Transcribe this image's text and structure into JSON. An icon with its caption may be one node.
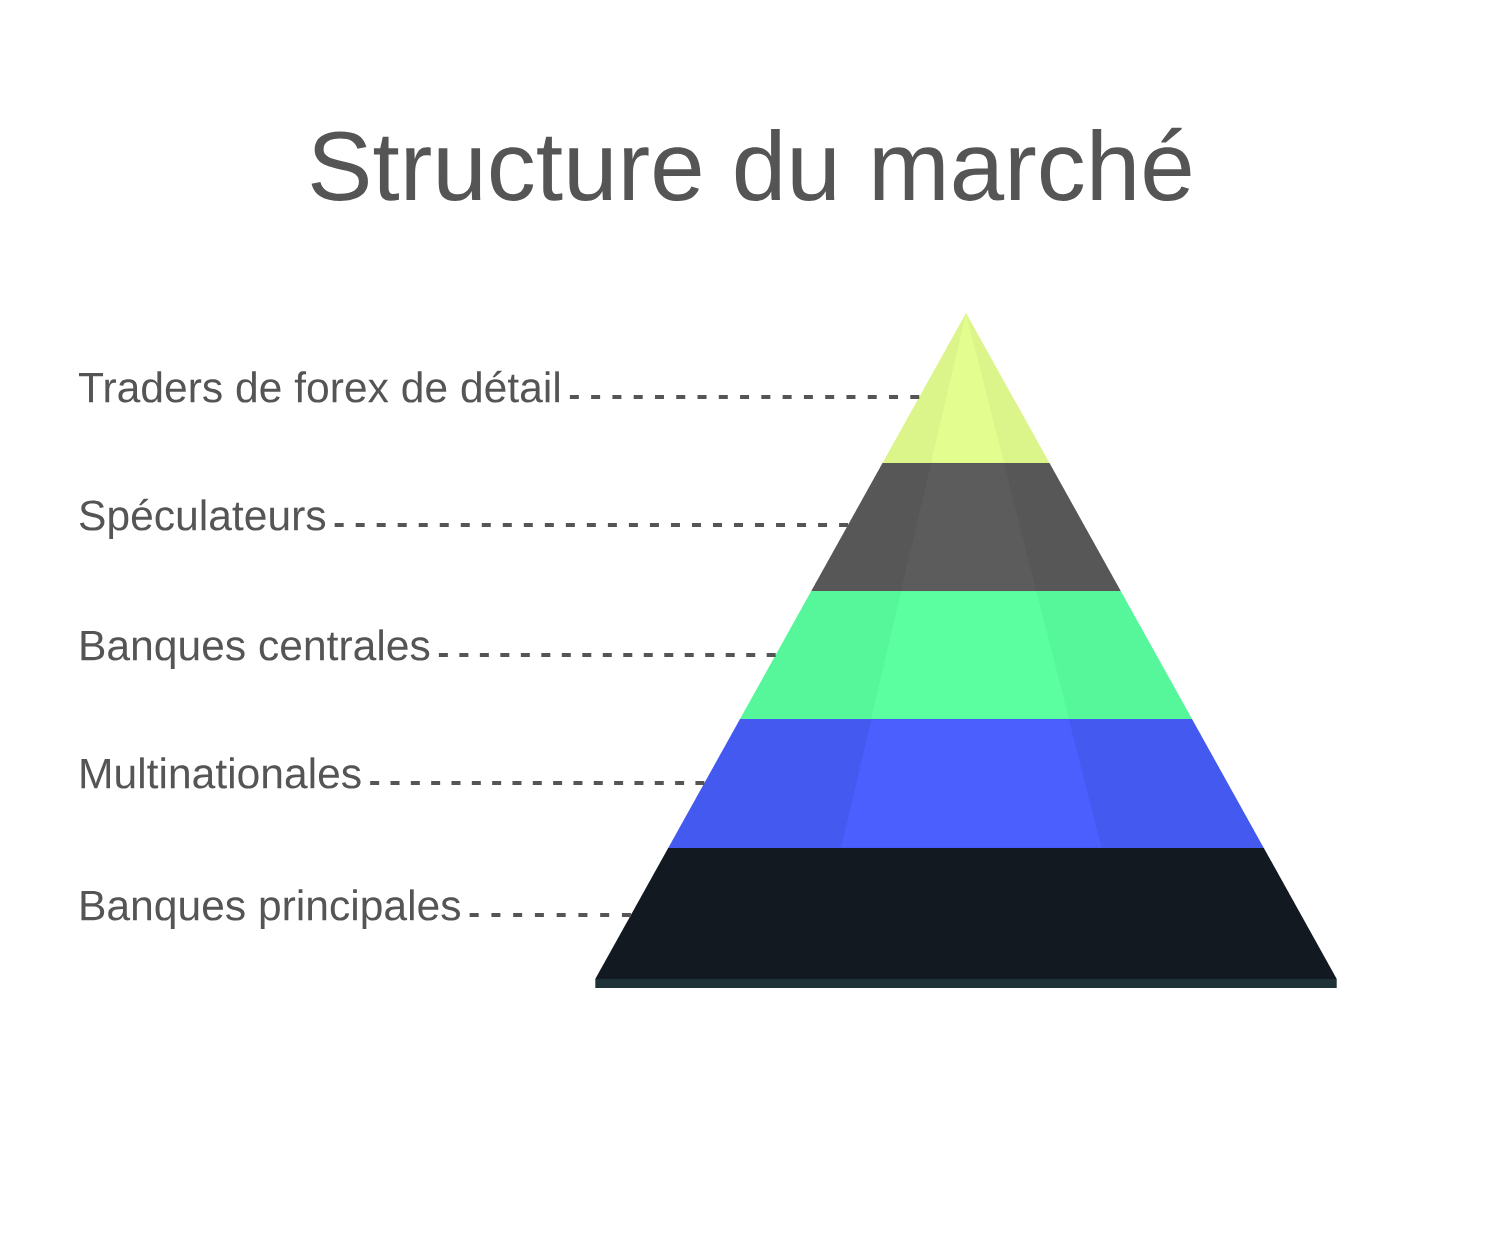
{
  "diagram": {
    "title": "Structure du marché",
    "nodes": [
      {
        "text": [
          "Traders de forex de détail"
        ]
      },
      {
        "text": [
          "Spéculateurs"
        ]
      },
      {
        "text": [
          "Banques centrales"
        ]
      },
      {
        "text": [
          "Multinationales"
        ]
      },
      {
        "text": [
          "Banques principales"
        ]
      },
      {
        "text": [],
        "shape": "triangle"
      },
      {
        "text": [],
        "shape": "trapezoid"
      },
      {
        "text": [],
        "shape": "trapezoid"
      },
      {
        "text": [],
        "shape": "trapezoid"
      },
      {
        "text": [],
        "shape": "trapezoid"
      }
    ],
    "edges": [
      {
        "from": 0,
        "to": 5,
        "arrow": "none",
        "style": "dashed"
      },
      {
        "from": 1,
        "to": 6,
        "arrow": "none",
        "style": "dashed"
      },
      {
        "from": 2,
        "to": 7,
        "arrow": "none",
        "style": "dashed"
      },
      {
        "from": 3,
        "to": 8,
        "arrow": "none",
        "style": "dashed"
      },
      {
        "from": 4,
        "to": 9,
        "arrow": "none",
        "style": "dashed"
      }
    ]
  }
}
